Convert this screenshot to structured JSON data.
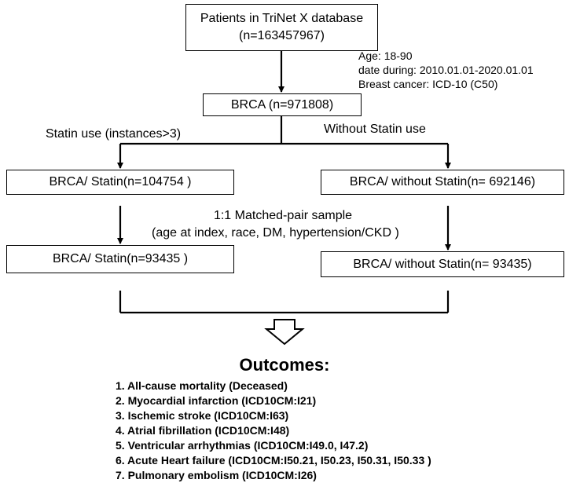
{
  "top_box": {
    "line1": "Patients in TriNet X database",
    "line2": "(n=163457967)"
  },
  "criteria": [
    "Age: 18-90",
    "date during: 2010.01.01-2020.01.01",
    "Breast cancer: ICD-10 (C50)"
  ],
  "brca_box": "BRCA (n=971808)",
  "statin_use_label": "Statin use (instances>3)",
  "without_statin_label": "Without Statin use",
  "left_box_1": "BRCA/ Statin(n=104754 )",
  "right_box_1": "BRCA/ without Statin(n= 692146)",
  "matching": {
    "line1": "1:1 Matched-pair sample",
    "line2": "(age at index, race, DM, hypertension/CKD  )"
  },
  "left_box_2": "BRCA/ Statin(n=93435 )",
  "right_box_2": "BRCA/ without Statin(n= 93435)",
  "outcomes_title": "Outcomes:",
  "outcomes": [
    "1. All-cause mortality (Deceased)",
    "2. Myocardial infarction (ICD10CM:I21)",
    "3. Ischemic stroke (ICD10CM:I63)",
    "4. Atrial fibrillation (ICD10CM:I48)",
    "5. Ventricular arrhythmias (ICD10CM:I49.0, I47.2)",
    "6. Acute Heart failure (ICD10CM:I50.21, I50.23, I50.31, I50.33 )",
    "7. Pulmonary embolism (ICD10CM:I26)"
  ]
}
